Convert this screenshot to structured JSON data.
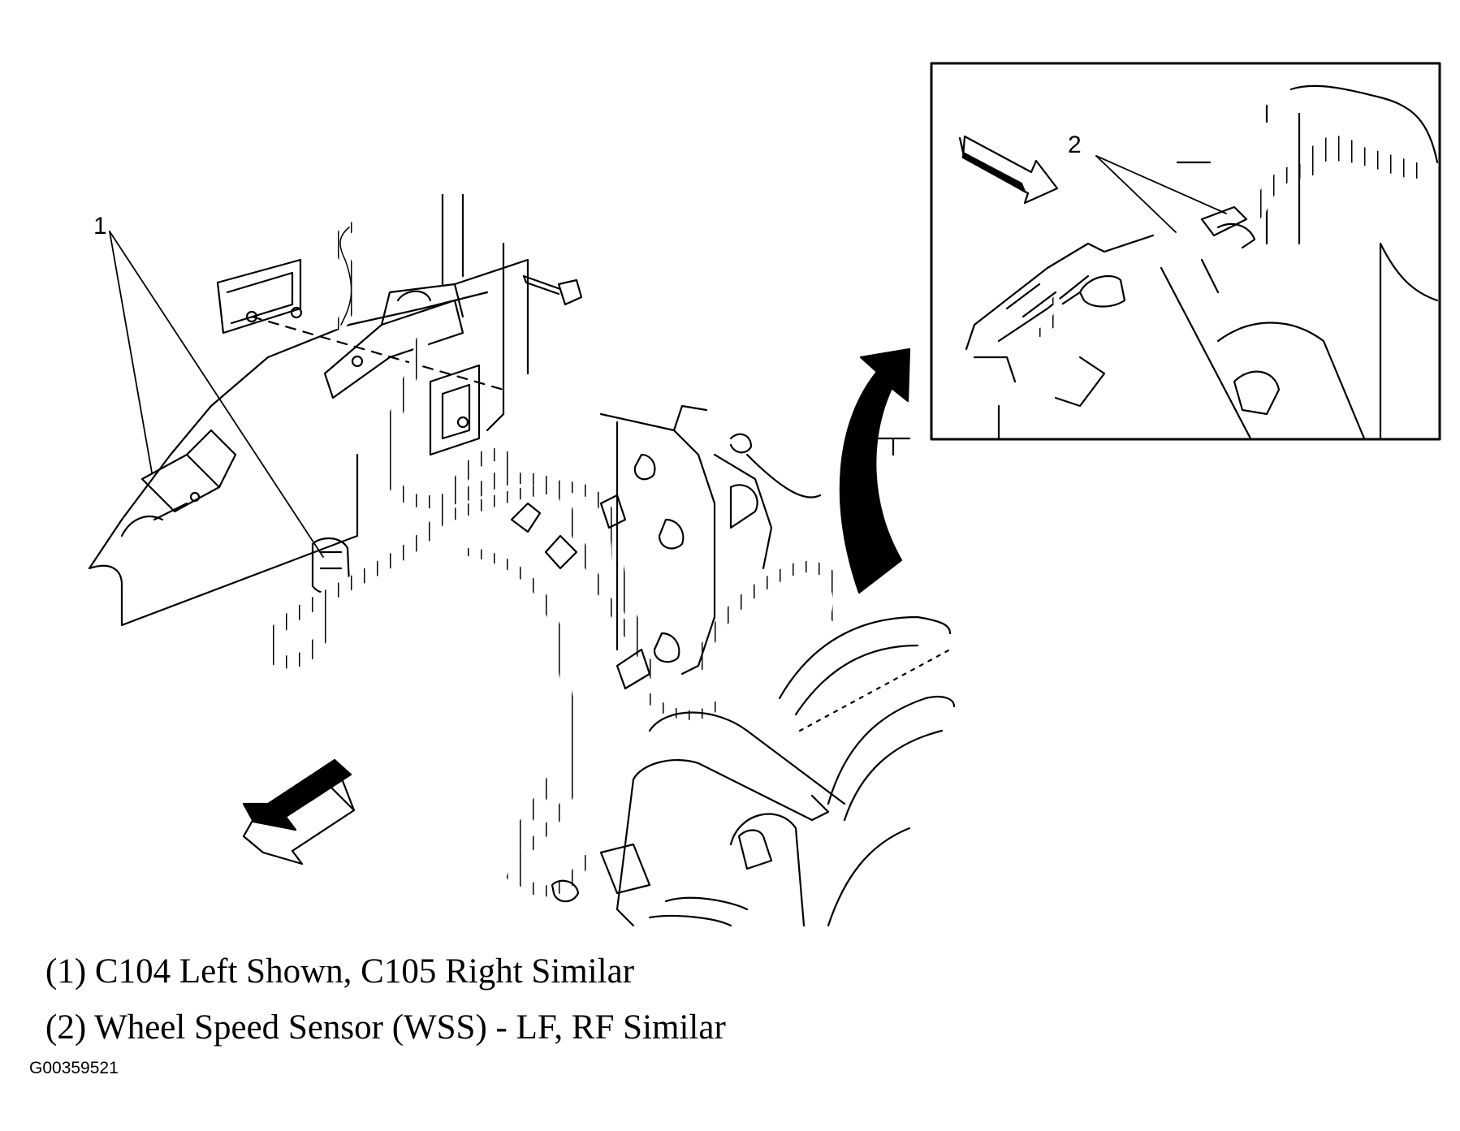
{
  "diagram": {
    "callouts": [
      {
        "id": "callout-1",
        "label": "1"
      },
      {
        "id": "callout-2",
        "label": "2"
      }
    ],
    "legend": [
      {
        "number": "(1)",
        "text": "(1) C104 Left Shown, C105 Right Similar"
      },
      {
        "number": "(2)",
        "text": "(2) Wheel Speed Sensor (WSS) - LF, RF Similar"
      }
    ],
    "figure_id": "G00359521"
  },
  "colors": {
    "ink": "#000000",
    "paper": "#ffffff"
  }
}
